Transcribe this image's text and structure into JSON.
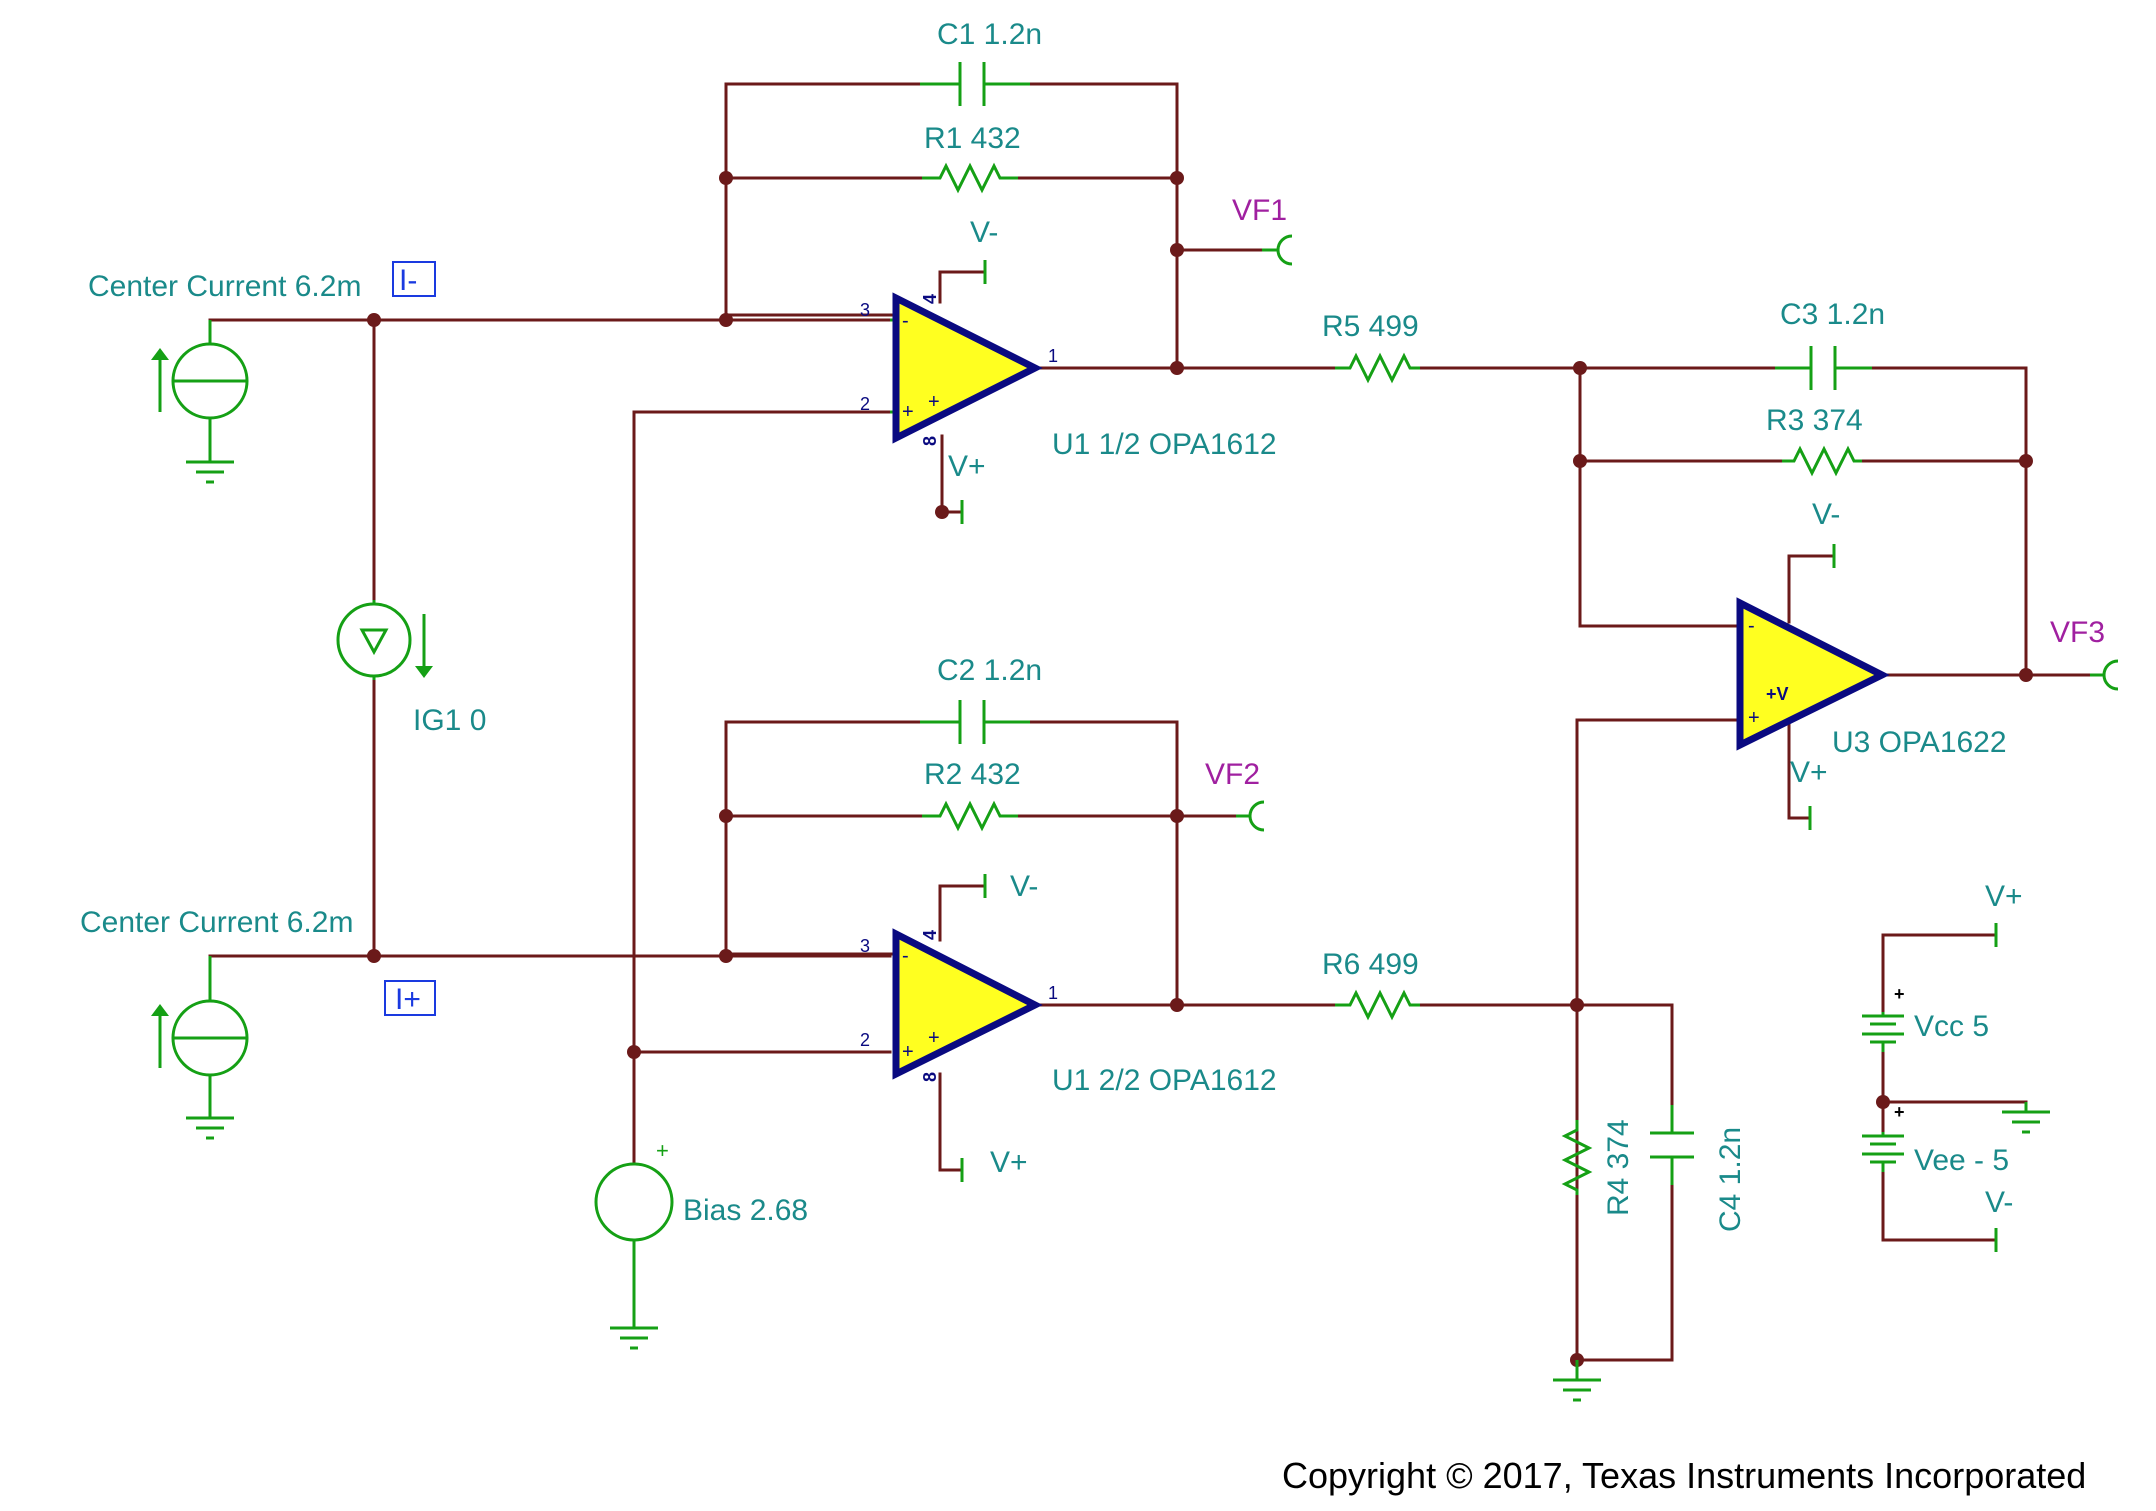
{
  "labels": {
    "c1": "C1 1.2n",
    "r1": "R1 432",
    "vf1": "VF1",
    "center_current_top": "Center Current 6.2m",
    "in_minus": "I-",
    "vminus_u1a": "V-",
    "r5": "R5 499",
    "c3": "C3 1.2n",
    "r3": "R3 374",
    "pin3_a": "3",
    "pin2_a": "2",
    "pin4_a": "4",
    "pin8_a": "8",
    "pin1_a": "1",
    "u1a": "U1 1/2 OPA1612",
    "vplus_u1a": "V+",
    "vminus_u3": "V-",
    "ig1": "IG1 0",
    "vf3": "VF3",
    "u3": "U3 OPA1622",
    "vplus_u3": "V+",
    "c2": "C2 1.2n",
    "r2": "R2 432",
    "vf2": "VF2",
    "vminus_u1b": "V-",
    "center_current_bottom": "Center Current 6.2m",
    "in_plus": "I+",
    "r6": "R6 499",
    "pin3_b": "3",
    "pin2_b": "2",
    "pin4_b": "4",
    "pin8_b": "8",
    "pin1_b": "1",
    "u1b": "U1 2/2 OPA1612",
    "vplus_u1b": "V+",
    "bias": "Bias 2.68",
    "r4": "R4 374",
    "c4": "C4 1.2n",
    "vplus_supply": "V+",
    "vcc": "Vcc 5",
    "vee": "Vee - 5",
    "vminus_supply": "V-",
    "copyright": "Copyright © 2017, Texas Instruments Incorporated"
  }
}
